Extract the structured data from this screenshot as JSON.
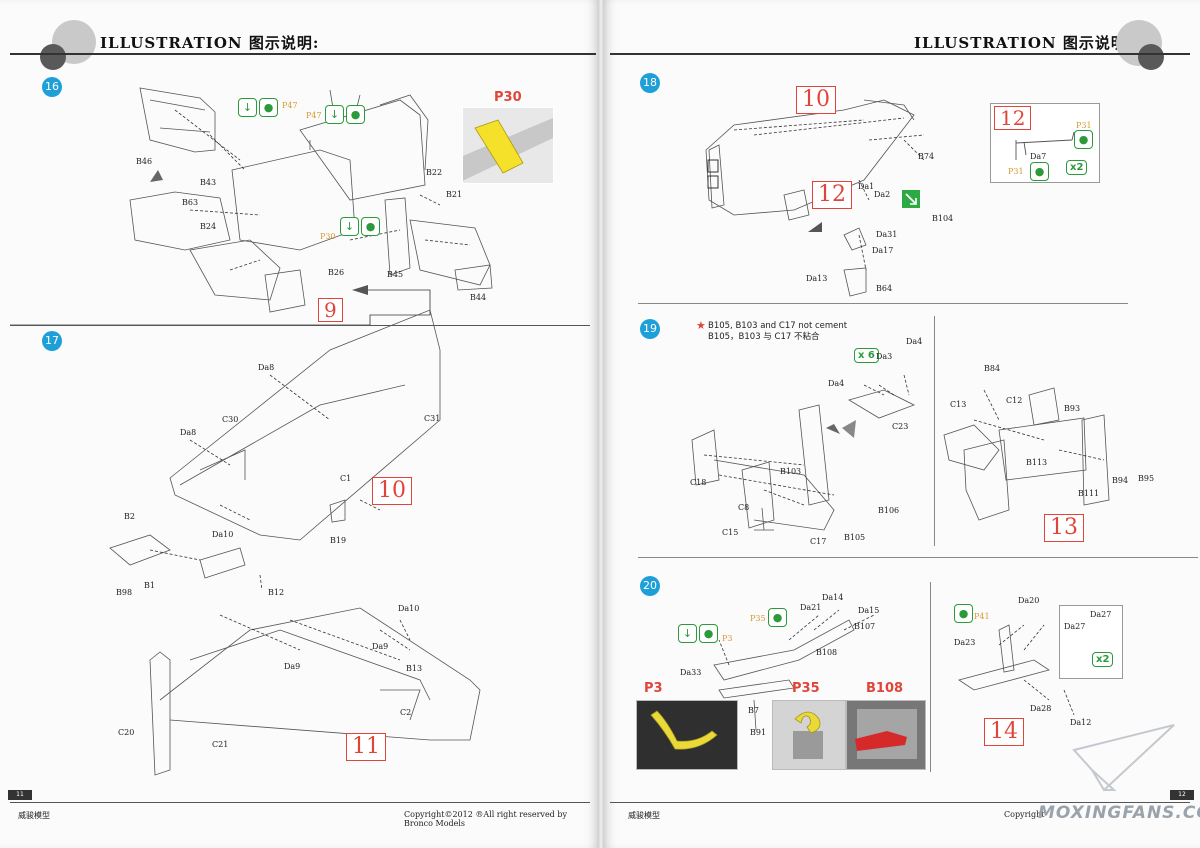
{
  "header": {
    "left": "ILLUSTRATION 图示说明:",
    "right": "ILLUSTRATION 图示说明:"
  },
  "steps": {
    "s16": "16",
    "s17": "17",
    "s18": "18",
    "s19": "19",
    "s20": "20"
  },
  "refs": {
    "r9": "9",
    "r10a": "10",
    "r11": "11",
    "r10b": "10",
    "r12a": "12",
    "r12b": "12",
    "r13": "13",
    "r14": "14"
  },
  "details": {
    "p30": "P30",
    "p3": "P3",
    "p35": "P35",
    "b108": "B108"
  },
  "multipliers": {
    "x2a": "x2",
    "x6": "x 6",
    "x2b": "x2"
  },
  "note": {
    "line1": "B105, B103 and C17 not cement",
    "line2": "B105，B103 与 C17 不粘合"
  },
  "labels16": {
    "b46": "B46",
    "b43": "B43",
    "b63": "B63",
    "b24": "B24",
    "b26": "B26",
    "b22": "B22",
    "b21": "B21",
    "b45": "B45",
    "b44": "B44",
    "p47a": "P47",
    "p47b": "P47",
    "p30": "P30"
  },
  "labels17": {
    "da8a": "Da8",
    "c30": "C30",
    "c31": "C31",
    "da8b": "Da8",
    "c1": "C1",
    "b2": "B2",
    "b98": "B98",
    "b1": "B1",
    "da10a": "Da10",
    "b12": "B12",
    "b19": "B19",
    "da10b": "Da10",
    "da9a": "Da9",
    "da9b": "Da9",
    "b13": "B13",
    "c2": "C2",
    "c20": "C20",
    "c21": "C21"
  },
  "labels18": {
    "b74": "B74",
    "da1": "Da1",
    "da2": "Da2",
    "b104": "B104",
    "da31": "Da31",
    "da17": "Da17",
    "da13": "Da13",
    "b64": "B64",
    "p31a": "P31",
    "da7": "Da7",
    "p31b": "P31"
  },
  "labels19": {
    "da3": "Da3",
    "da4a": "Da4",
    "da4b": "Da4",
    "c23": "C23",
    "c18": "C18",
    "c8": "C8",
    "c15": "C15",
    "b103": "B103",
    "c17": "C17",
    "b106": "B106",
    "b105": "B105",
    "b84": "B84",
    "c13": "C13",
    "c12": "C12",
    "b93": "B93",
    "b113": "B113",
    "b111": "B111",
    "b94": "B94",
    "b95": "B95"
  },
  "labels20": {
    "p3": "P3",
    "p35": "P35",
    "da14": "Da14",
    "da21": "Da21",
    "da15": "Da15",
    "b107": "B107",
    "b108": "B108",
    "da33": "Da33",
    "b7": "B7",
    "b91": "B91",
    "p41": "P41",
    "da20": "Da20",
    "da23": "Da23",
    "da27a": "Da27",
    "da27b": "Da27",
    "da28": "Da28",
    "da12": "Da12"
  },
  "footer": {
    "left_brand": "威骏模型",
    "copyright": "Copyright©2012  ®All right reserved by Bronco Models",
    "page_left": "11",
    "right_brand": "威骏模型",
    "right_copyright": "Copyright",
    "page_right": "12"
  },
  "watermark": "MOXINGFANS.COM",
  "colors": {
    "step_blue": "#1e9fd8",
    "ref_red": "#e0453a",
    "icon_green": "#2a9a3a",
    "photo_etch_orange": "#d69b2d"
  }
}
